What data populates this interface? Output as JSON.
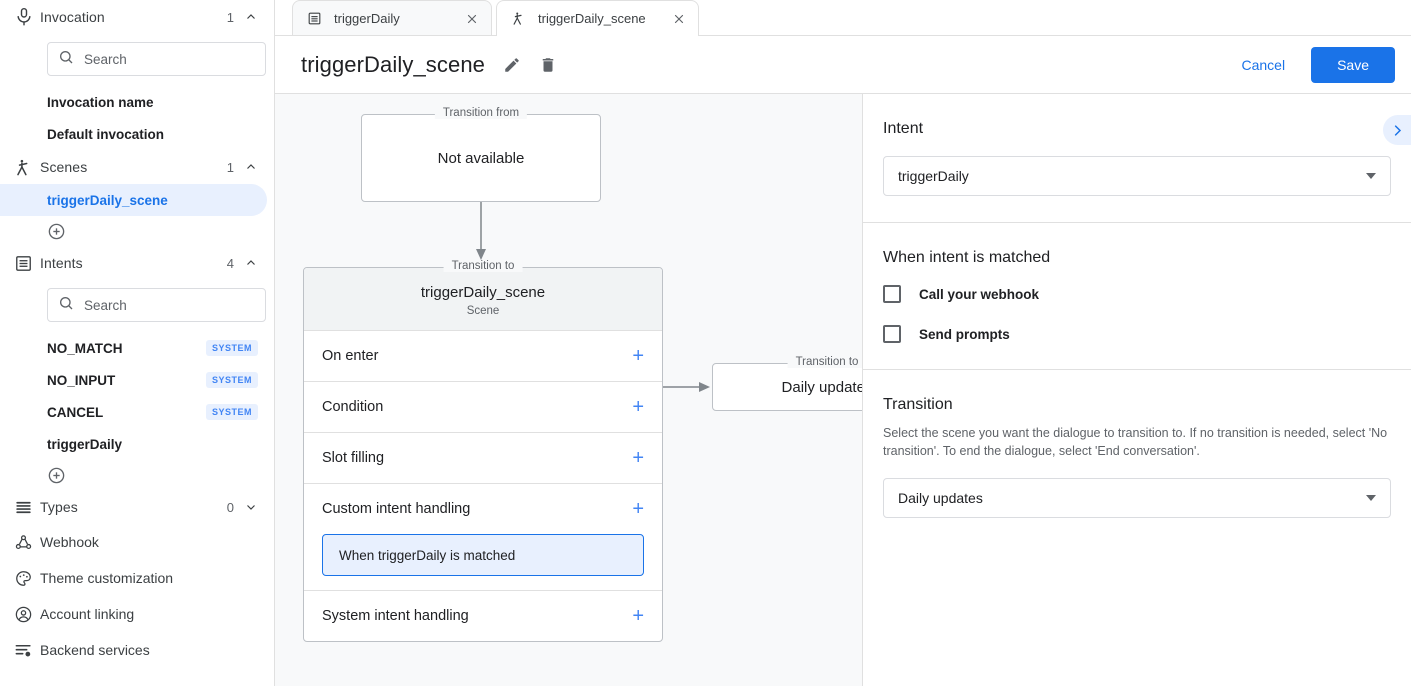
{
  "sidebar": {
    "sections": [
      {
        "id": "invocation",
        "icon": "microphone-icon",
        "label": "Invocation",
        "count": "1",
        "chevron": "chevron-up-icon",
        "expanded": true
      },
      {
        "id": "scenes",
        "icon": "scene-icon",
        "label": "Scenes",
        "count": "1",
        "chevron": "chevron-up-icon",
        "expanded": true
      },
      {
        "id": "intents",
        "icon": "intents-icon",
        "label": "Intents",
        "count": "4",
        "chevron": "chevron-up-icon",
        "expanded": true
      },
      {
        "id": "types",
        "icon": "types-icon",
        "label": "Types",
        "count": "0",
        "chevron": "chevron-down-icon",
        "expanded": false
      }
    ],
    "invocation_search_placeholder": "Search",
    "invocation_items": [
      {
        "label": "Invocation name"
      },
      {
        "label": "Default invocation"
      }
    ],
    "scene_items": [
      {
        "label": "triggerDaily_scene",
        "active": true
      }
    ],
    "intents_search_placeholder": "Search",
    "intent_items": [
      {
        "label": "NO_MATCH",
        "badge": "SYSTEM"
      },
      {
        "label": "NO_INPUT",
        "badge": "SYSTEM"
      },
      {
        "label": "CANCEL",
        "badge": "SYSTEM"
      },
      {
        "label": "triggerDaily",
        "badge": ""
      }
    ],
    "add_label": "add-icon",
    "nav_items": [
      {
        "icon": "webhook-icon",
        "label": "Webhook"
      },
      {
        "icon": "palette-icon",
        "label": "Theme customization"
      },
      {
        "icon": "account-icon",
        "label": "Account linking"
      },
      {
        "icon": "backend-services-icon",
        "label": "Backend services"
      }
    ]
  },
  "tabs": [
    {
      "icon": "intent-icon",
      "label": "triggerDaily",
      "active": false
    },
    {
      "icon": "scene-icon",
      "label": "triggerDaily_scene",
      "active": true
    }
  ],
  "header": {
    "title": "triggerDaily_scene",
    "edit_icon": "pencil-icon",
    "delete_icon": "trash-icon",
    "cancel_label": "Cancel",
    "save_label": "Save"
  },
  "canvas": {
    "transition_from_legend": "Transition from",
    "transition_from_value": "Not available",
    "transition_to_legend": "Transition to",
    "scene_name": "triggerDaily_scene",
    "scene_subtitle": "Scene",
    "rows": [
      {
        "label": "On enter",
        "plus": "+"
      },
      {
        "label": "Condition",
        "plus": "+"
      },
      {
        "label": "Slot filling",
        "plus": "+"
      },
      {
        "label": "Custom intent handling",
        "plus": "+",
        "handler": "When triggerDaily is matched"
      },
      {
        "label": "System intent handling",
        "plus": "+"
      }
    ],
    "target_legend": "Transition to",
    "target_value": "Daily updates"
  },
  "right_panel": {
    "expand_icon": "chevron-right-icon",
    "intent": {
      "heading": "Intent",
      "selected": "triggerDaily",
      "caret": "caret-down-icon"
    },
    "when_matched": {
      "heading": "When intent is matched",
      "options": [
        {
          "label": "Call your webhook",
          "checked": false
        },
        {
          "label": "Send prompts",
          "checked": false
        }
      ]
    },
    "transition": {
      "heading": "Transition",
      "description": "Select the scene you want the dialogue to transition to. If no transition is needed, select 'No transition'. To end the dialogue, select 'End conversation'.",
      "selected": "Daily updates",
      "caret": "caret-down-icon"
    }
  },
  "colors": {
    "accent": "#1a73e8",
    "accent_light": "#e8f0fe",
    "canvas_bg": "#f8f9fa",
    "border": "#e0e0e0",
    "text": "#202124",
    "text_muted": "#5f6368"
  }
}
